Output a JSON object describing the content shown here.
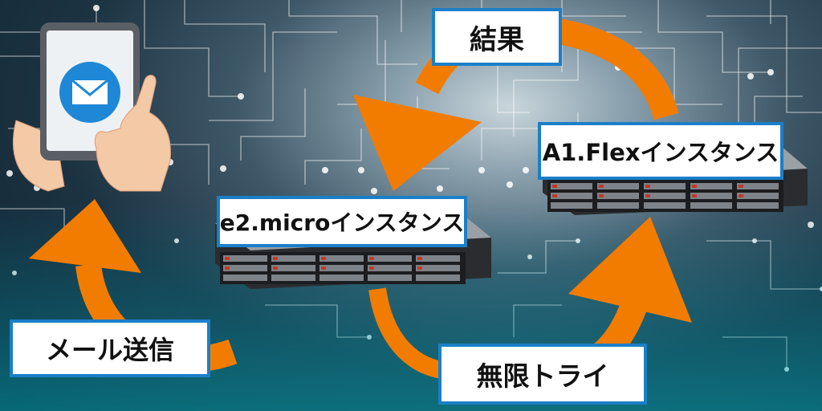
{
  "labels": {
    "kekka": "結果",
    "ai_flex": "A1.Flexインスタンス",
    "e2_micro": "e2.microインスタンス",
    "mail_send": "メール送信",
    "mugen_try": "無限トライ"
  },
  "colors": {
    "arrow": "#f27c00",
    "label_border": "#1b7fc8",
    "circuit": "#ffffff"
  },
  "icons": [
    "tablet-icon",
    "hands-icon",
    "envelope-icon",
    "server-rack-icon",
    "cycle-arrow-icon"
  ]
}
